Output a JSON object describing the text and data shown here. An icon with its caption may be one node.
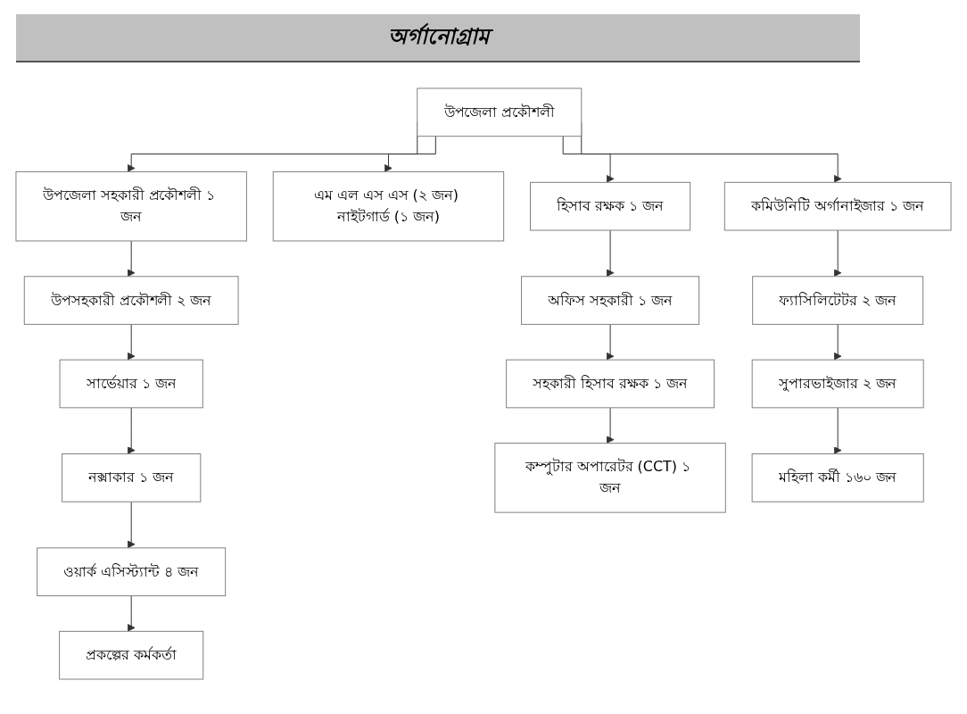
{
  "diagram": {
    "title": "অর্গানোগ্রাম",
    "nodes": [
      {
        "text": [
          "উপজেলা প্রকৌশলী"
        ]
      },
      {
        "text": [
          "উপজেলা সহকারী প্রকৌশলী ১ জন"
        ]
      },
      {
        "text": [
          "এম এল এস এস (২ জন) নাইটগার্ড (১ জন)"
        ]
      },
      {
        "text": [
          "হিসাব রক্ষক ১ জন"
        ]
      },
      {
        "text": [
          "কমিউনিটি অর্গানাইজার ১ জন"
        ]
      },
      {
        "text": [
          "উপসহকারী প্রকৌশলী ২ জন"
        ]
      },
      {
        "text": [
          "সার্ভেয়ার  ১ জন"
        ]
      },
      {
        "text": [
          "নক্সাকার  ১ জন"
        ]
      },
      {
        "text": [
          "ওয়ার্ক এসিস্ট্যান্ট ৪ জন"
        ]
      },
      {
        "text": [
          "প্রকল্পের কর্মকর্তা"
        ]
      },
      {
        "text": [
          "অফিস সহকারী ১ জন"
        ]
      },
      {
        "text": [
          "সহকারী হিসাব রক্ষক ১ জন"
        ]
      },
      {
        "text": [
          "কম্পুটার অপারেটর (CCT) ১ জন"
        ]
      },
      {
        "text": [
          "ফ্যাসিলিটেটর ২ জন"
        ]
      },
      {
        "text": [
          "সুপারভাইজার ২ জন"
        ]
      },
      {
        "text": [
          "মহিলা কর্মী ১৬০ জন"
        ]
      }
    ],
    "edges": [
      {
        "from": 0,
        "to": 1,
        "arrow": "to"
      },
      {
        "from": 0,
        "to": 2,
        "arrow": "to"
      },
      {
        "from": 0,
        "to": 3,
        "arrow": "to"
      },
      {
        "from": 0,
        "to": 4,
        "arrow": "to"
      },
      {
        "from": 1,
        "to": 5,
        "arrow": "to"
      },
      {
        "from": 5,
        "to": 6,
        "arrow": "to"
      },
      {
        "from": 6,
        "to": 7,
        "arrow": "to"
      },
      {
        "from": 7,
        "to": 8,
        "arrow": "to"
      },
      {
        "from": 8,
        "to": 9,
        "arrow": "to"
      },
      {
        "from": 3,
        "to": 10,
        "arrow": "to"
      },
      {
        "from": 10,
        "to": 11,
        "arrow": "to"
      },
      {
        "from": 11,
        "to": 12,
        "arrow": "to"
      },
      {
        "from": 4,
        "to": 13,
        "arrow": "to"
      },
      {
        "from": 13,
        "to": 14,
        "arrow": "to"
      },
      {
        "from": 14,
        "to": 15,
        "arrow": "to"
      }
    ]
  }
}
